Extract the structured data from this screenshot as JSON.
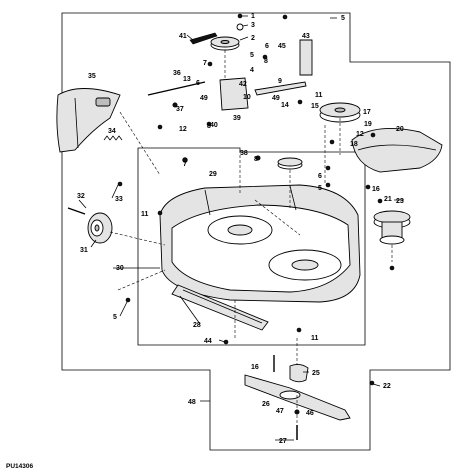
{
  "figure_ref": "PU14306",
  "callouts": {
    "c1": "1",
    "c2": "2",
    "c3": "3",
    "c4": "4",
    "c5": "5",
    "c6": "6",
    "c7": "7",
    "c8": "8",
    "c9": "9",
    "c10": "10",
    "c11": "11",
    "c12": "12",
    "c13": "13",
    "c14": "14",
    "c15": "15",
    "c16": "16",
    "c17": "17",
    "c18": "18",
    "c19": "19",
    "c20": "20",
    "c21": "21",
    "c22": "22",
    "c23": "23",
    "c25": "25",
    "c26": "26",
    "c27": "27",
    "c28": "28",
    "c29": "29",
    "c30": "30",
    "c31": "31",
    "c32": "32",
    "c33": "33",
    "c34": "34",
    "c35": "35",
    "c36": "36",
    "c37": "37",
    "c38": "38",
    "c39": "39",
    "c40": "40",
    "c41": "41",
    "c42": "42",
    "c43": "43",
    "c44": "44",
    "c45": "45",
    "c46": "46",
    "c47": "47",
    "c48": "48",
    "c49": "49"
  }
}
